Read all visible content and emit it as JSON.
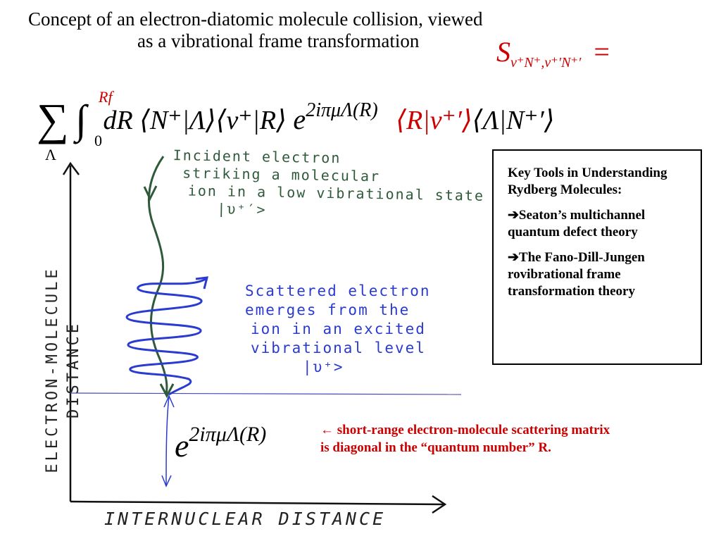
{
  "title": {
    "line1": "Concept of an electron-diatomic molecule collision, viewed",
    "line2": "as a vibrational frame transformation"
  },
  "s_matrix": {
    "symbol": "S",
    "subscript": "v⁺N⁺,v⁺′N⁺′",
    "equals": "="
  },
  "formula": {
    "sum": "∑",
    "sum_index": "Λ",
    "integral": "∫",
    "upper_limit": "Rf",
    "lower_limit": "0",
    "body_black_1": "dR ⟨N⁺|Λ⟩⟨v⁺|R⟩",
    "exp_base": "e",
    "exp_power": "2iπμΛ(R)",
    "body_red": "⟨R|v⁺′⟩",
    "body_black_2": "⟨Λ|N⁺′⟩"
  },
  "annotations": {
    "incident": [
      "Incident electron",
      "striking a molecular",
      "ion in a low vibrational state",
      "|υ⁺′>"
    ],
    "scattered": [
      "Scattered electron",
      "emerges from the",
      "ion in an excited",
      "vibrational level",
      "|υ⁺>"
    ],
    "exp_base": "e",
    "exp_power": "2iπμΛ(R)"
  },
  "axes": {
    "y_label_line1": "ELECTRON-MOLECULE",
    "y_label_line2": "DISTANCE",
    "x_label": "INTERNUCLEAR DISTANCE"
  },
  "key_box": {
    "heading": "Key Tools in Understanding Rydberg Molecules:",
    "item1": "➔Seaton’s multichannel quantum defect theory",
    "item2": "➔The Fano-Dill-Jungen rovibrational frame transformation theory"
  },
  "note": "← short-range electron-molecule scattering matrix is diagonal in the “quantum number” R.",
  "colors": {
    "red": "#cc0000",
    "green": "#2e5a3a",
    "blue": "#2a3bd0"
  }
}
